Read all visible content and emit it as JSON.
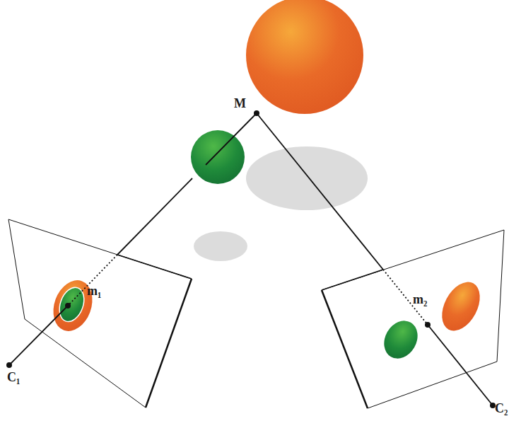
{
  "diagram": {
    "labels": [
      "M",
      "m₁",
      "m₂",
      "C₁",
      "C₂"
    ]
  }
}
